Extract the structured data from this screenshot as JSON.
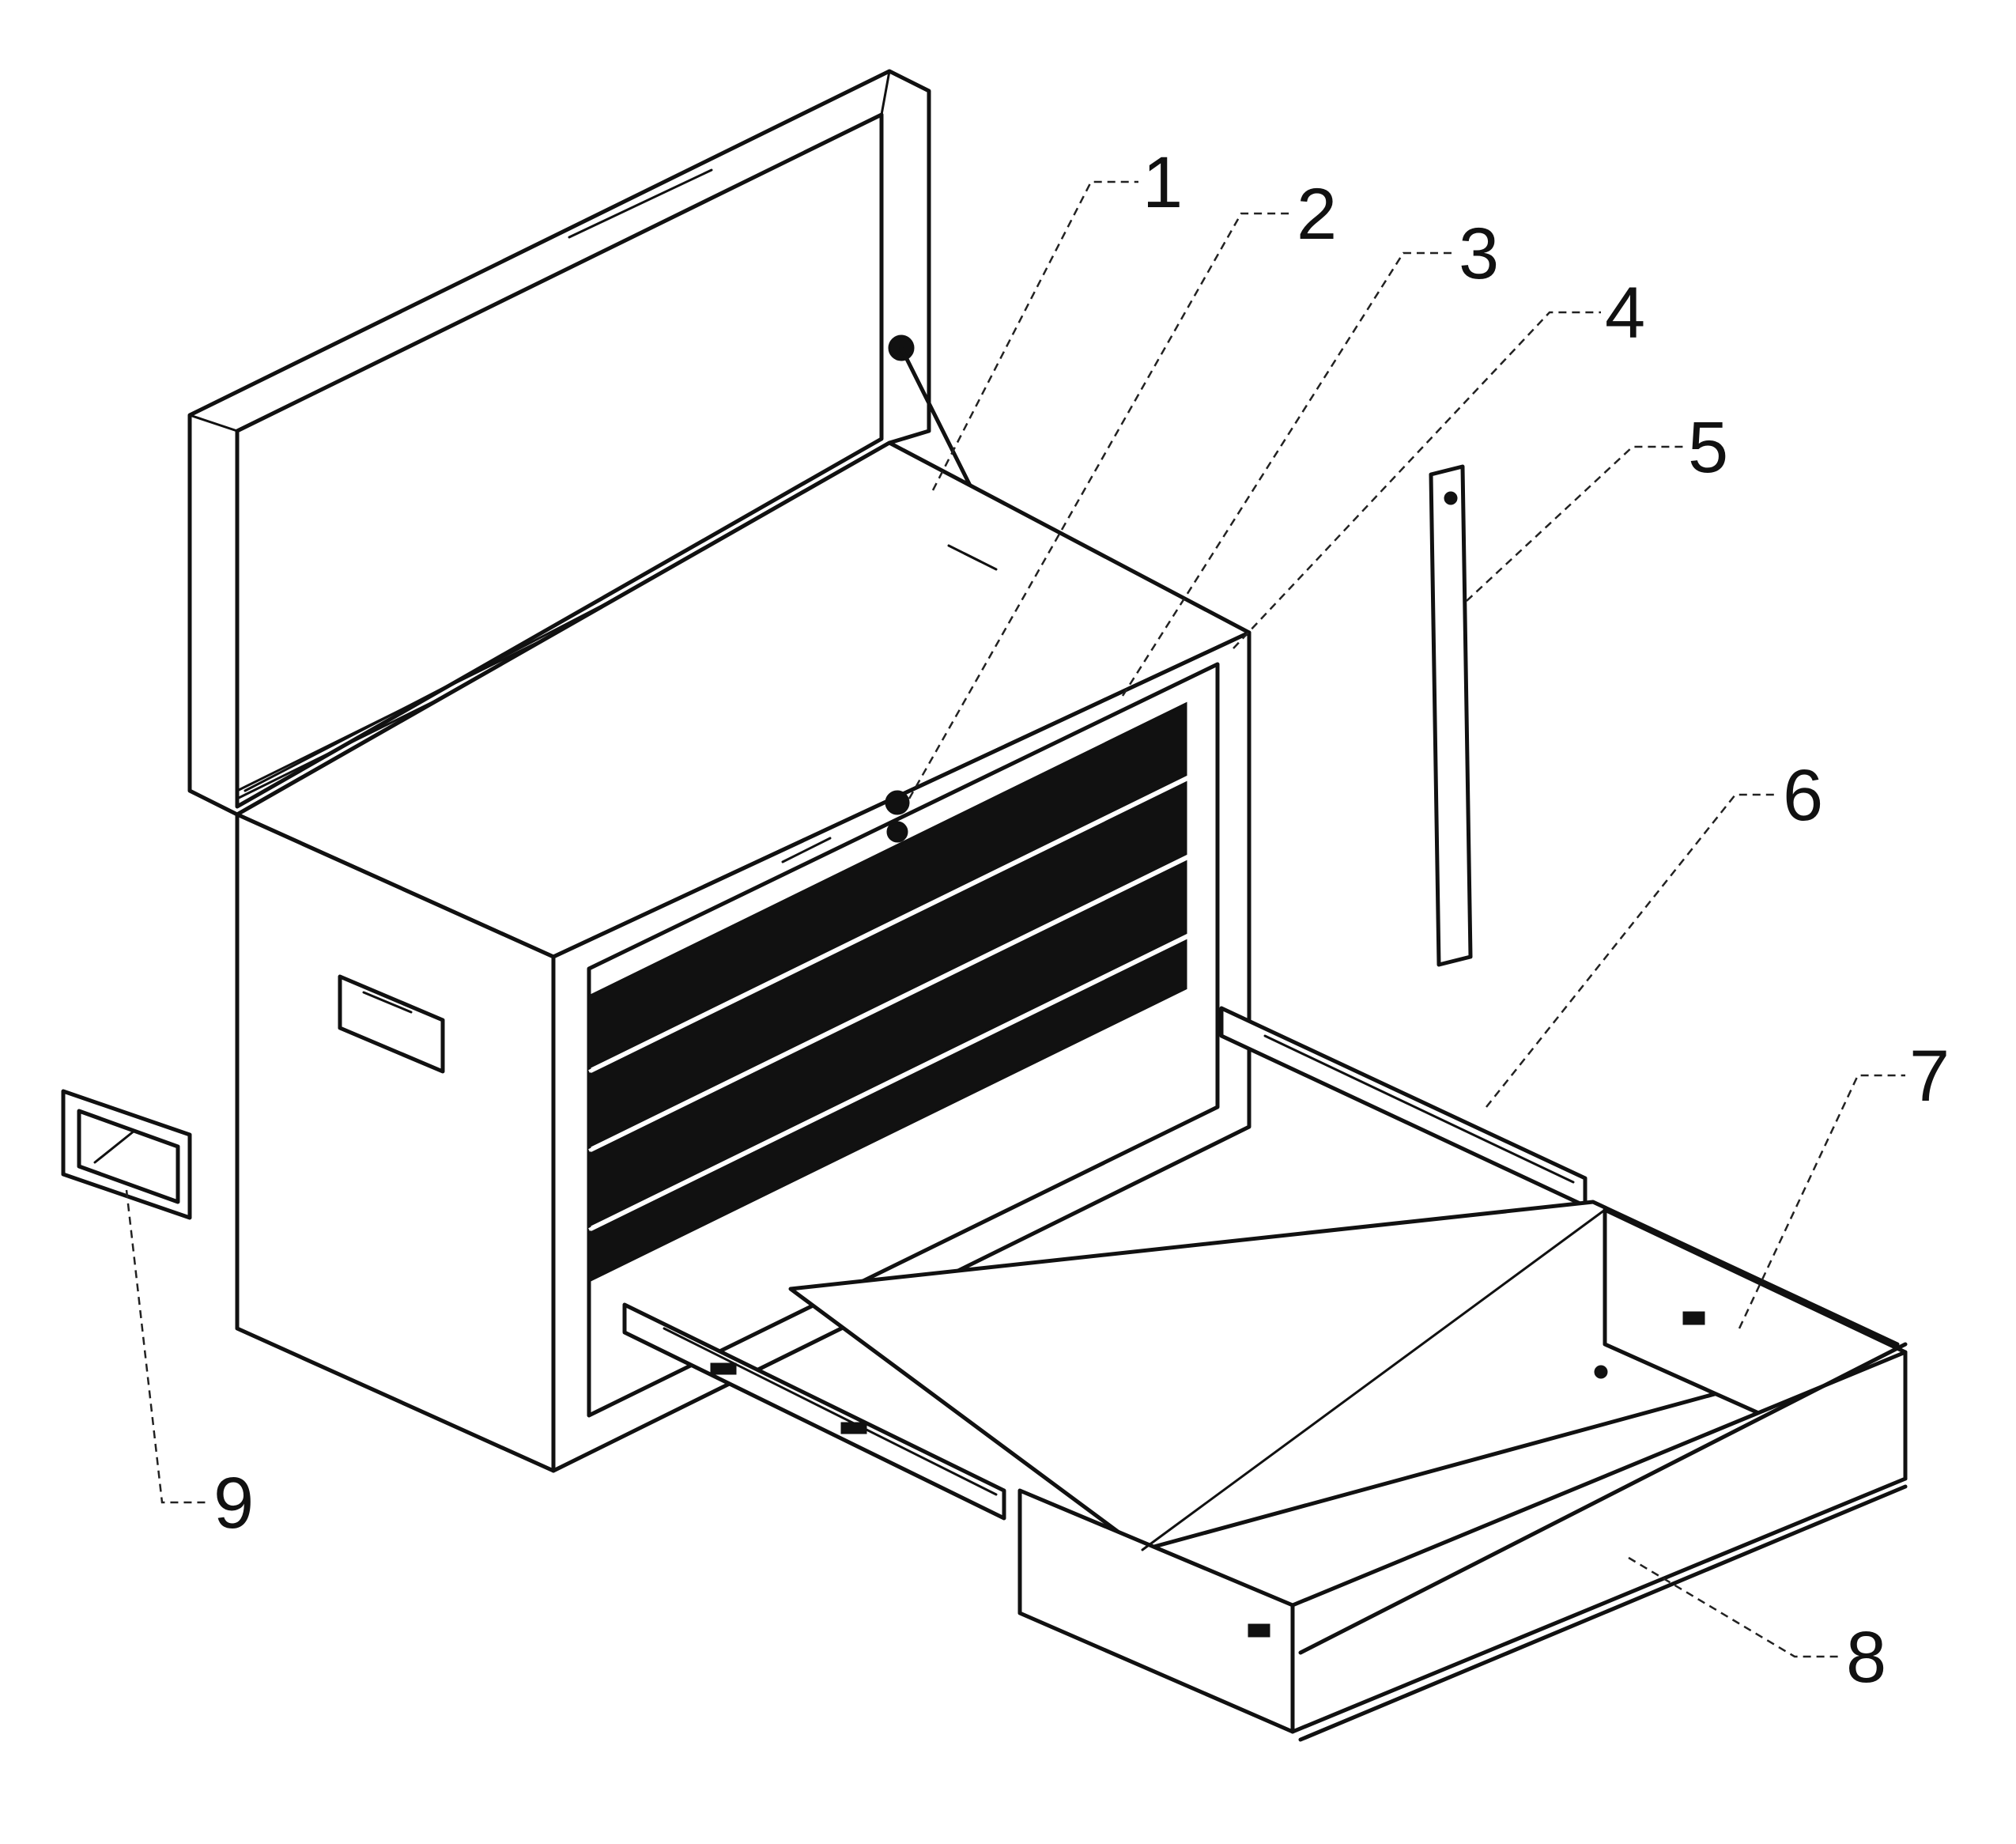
{
  "callouts": [
    {
      "id": "1",
      "label": "1",
      "part": "lid-support-stay"
    },
    {
      "id": "2",
      "label": "2",
      "part": "lock"
    },
    {
      "id": "3",
      "label": "3",
      "part": "drawer-stack"
    },
    {
      "id": "4",
      "label": "4",
      "part": "cabinet-front-frame"
    },
    {
      "id": "5",
      "label": "5",
      "part": "side-lock-bar"
    },
    {
      "id": "6",
      "label": "6",
      "part": "drawer-slide"
    },
    {
      "id": "7",
      "label": "7",
      "part": "drawer-box"
    },
    {
      "id": "8",
      "label": "8",
      "part": "drawer-pull"
    },
    {
      "id": "9",
      "label": "9",
      "part": "side-handle"
    }
  ],
  "colors": {
    "line": "#111111",
    "background": "#ffffff",
    "fill_dark": "#111111"
  }
}
